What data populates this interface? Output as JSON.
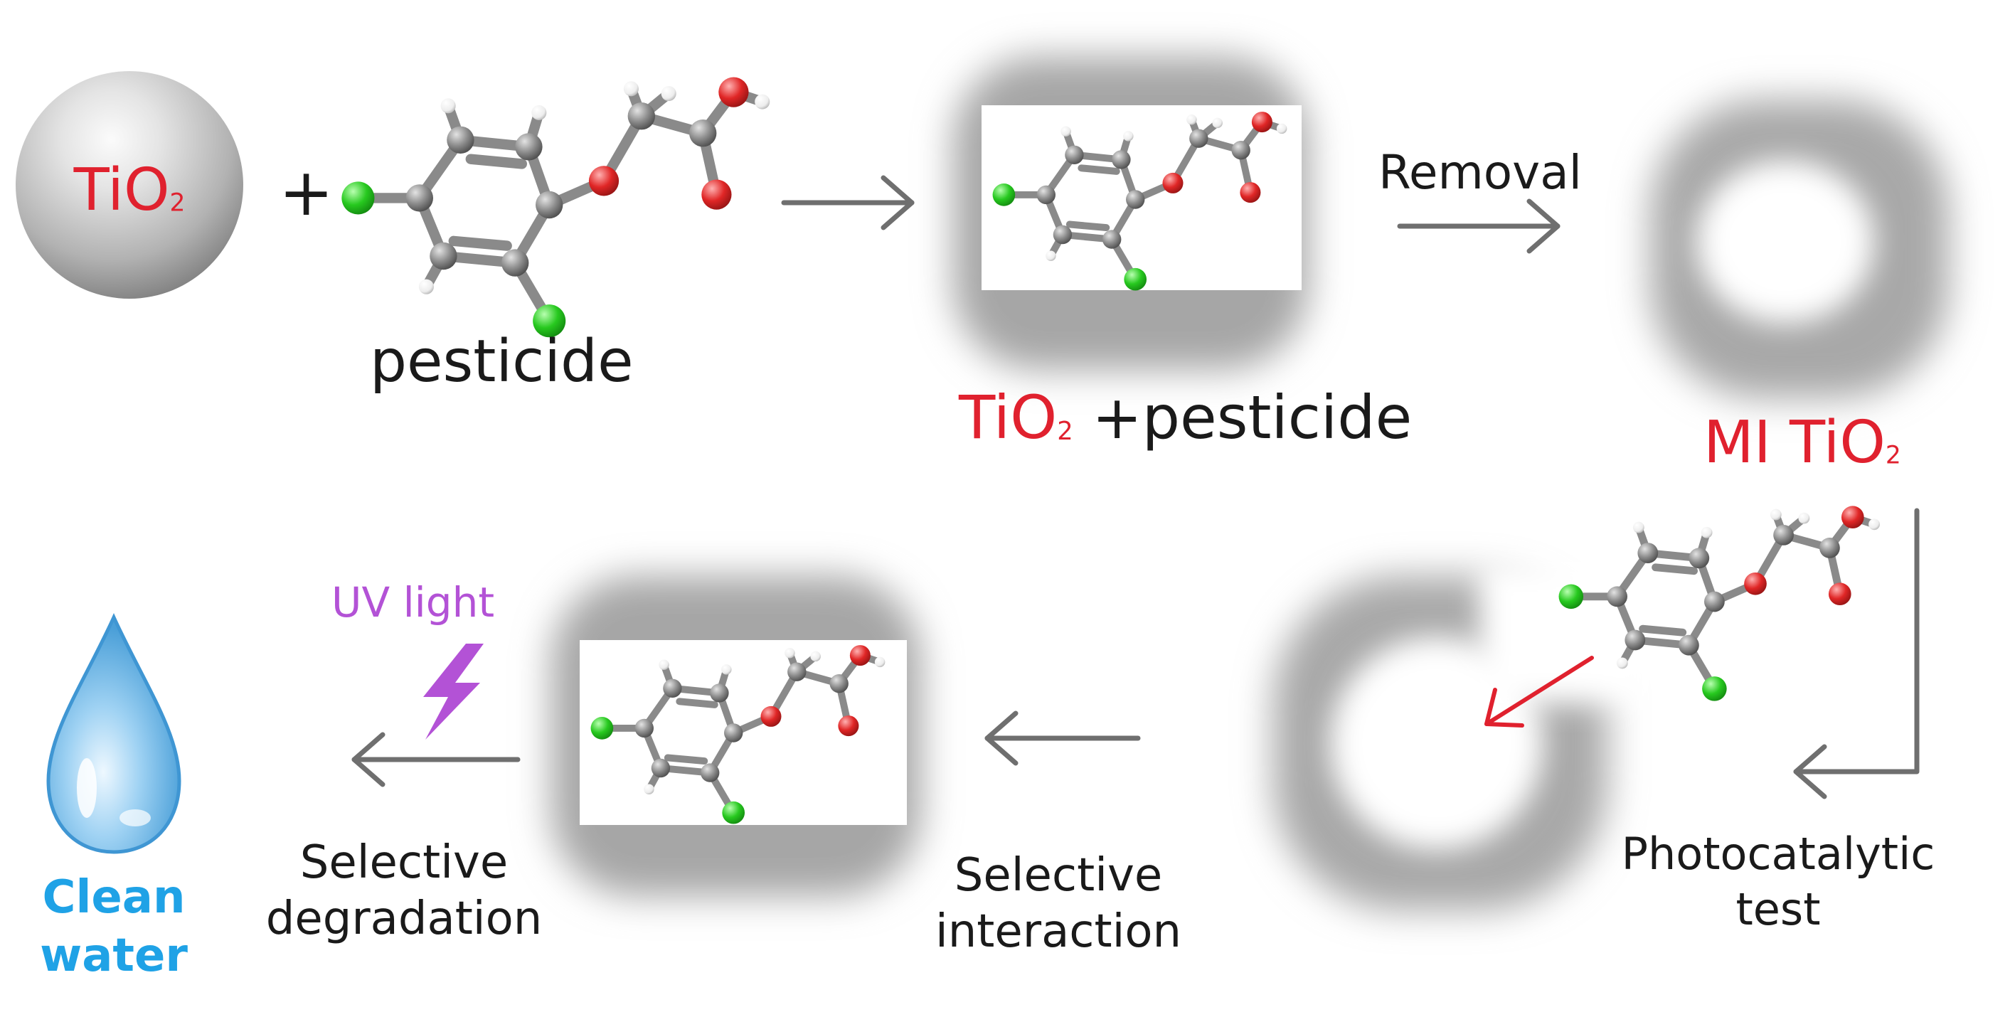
{
  "colors": {
    "tio2_text": "#e0212e",
    "arrow": "#6f6f6f",
    "red_arrow": "#e0212e",
    "uv": "#b352d6",
    "clean_water": "#1fa2e6",
    "carbon": "#7a7a7a",
    "chlorine": "#22c11e",
    "oxygen": "#e32727",
    "hydrogen": "#f2f2f2",
    "film": "#a8a8a8"
  },
  "labels": {
    "tio2_main": "TiO",
    "tio2_sub": "2",
    "plus": "+",
    "pesticide": "pesticide",
    "tio2_pesticide_tio": "TiO",
    "tio2_pesticide_sub": "2",
    "tio2_pesticide_rest": " +pesticide",
    "removal": "Removal",
    "mi_tio2_main": "MI TiO",
    "mi_tio2_sub": "2",
    "photocatalytic_line1": "Photocatalytic",
    "photocatalytic_line2": "test",
    "selective_interaction_line1": "Selective",
    "selective_interaction_line2": "interaction",
    "selective_degradation_line1": "Selective",
    "selective_degradation_line2": "degradation",
    "uv_light": "UV light",
    "clean_line": "Clean",
    "water_line": "water"
  },
  "icons": {
    "tio2_particle": "gray-sphere",
    "pesticide_molecule": "ball-and-stick-molecule",
    "imprinted_film": "gray-blurred-film",
    "uv_symbol": "lightning-bolt-icon",
    "water_symbol": "water-drop-icon"
  }
}
